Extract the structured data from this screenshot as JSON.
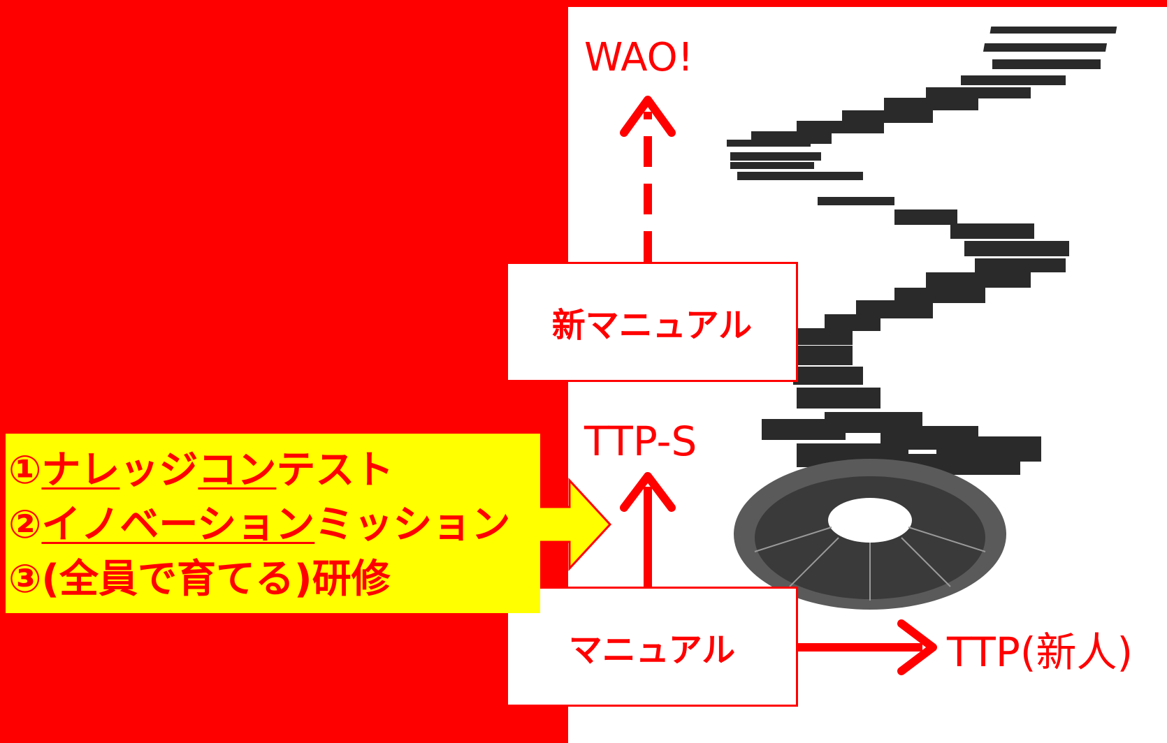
{
  "labels": {
    "wao": "WAO!",
    "ttp_s": "TTP-S",
    "ttp_new": "TTP(新人)"
  },
  "boxes": {
    "new_manual": "新マニュアル",
    "manual": "マニュアル"
  },
  "list": {
    "item1_num": "①",
    "item1_u1": "ナレ",
    "item1_mid": "ッジ",
    "item1_u2": "コン",
    "item1_tail": "テスト",
    "item2_num": "②",
    "item2_u": "イノベーション",
    "item2_tail": "ミッション",
    "item3": "③(全員で育てる)研修"
  },
  "colors": {
    "background": "#ff0000",
    "accent": "#ff0000",
    "highlight": "#ffff00",
    "panel": "#ffffff"
  }
}
